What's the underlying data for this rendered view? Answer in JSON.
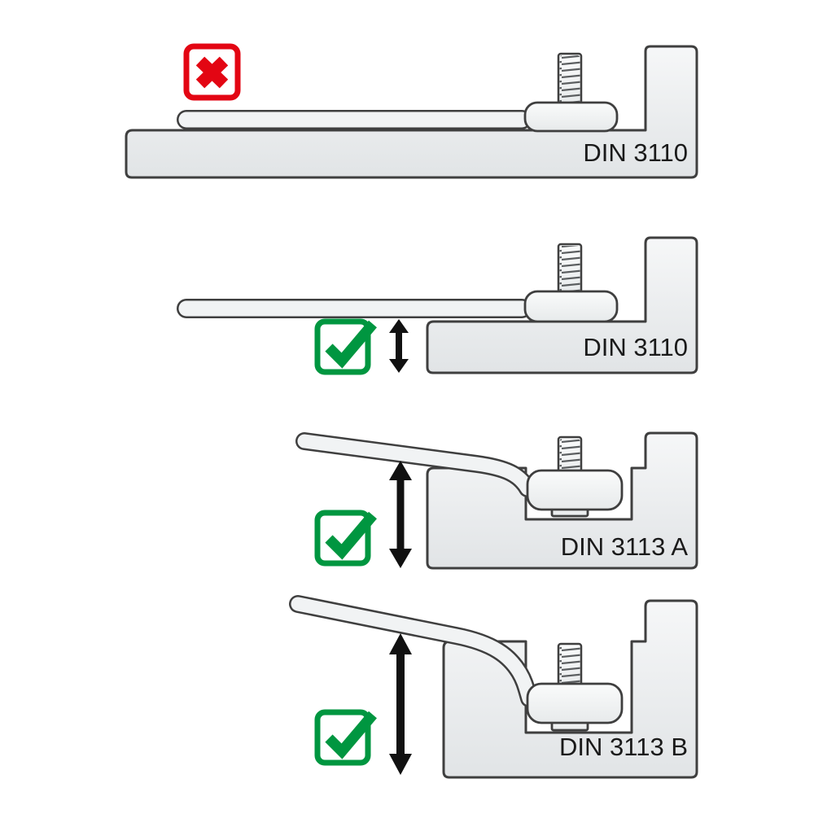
{
  "diagram": {
    "colors": {
      "error_red": "#e30613",
      "ok_green": "#009640",
      "metal_light": "#f6f7f8",
      "metal_dark": "#e1e4e6",
      "tool_light": "#fafbfb",
      "tool_dark": "#e7eaeb",
      "outline": "#3f3f3f",
      "arrow_black": "#111111",
      "label_text": "#1a1a1a"
    },
    "panels": [
      {
        "label": "DIN 3110",
        "status_icon": "x-mark-icon",
        "clearance_arrow": "none"
      },
      {
        "label": "DIN 3110",
        "status_icon": "check-mark-icon",
        "clearance_arrow": "small"
      },
      {
        "label": "DIN 3113 A",
        "status_icon": "check-mark-icon",
        "clearance_arrow": "medium"
      },
      {
        "label": "DIN 3113 B",
        "status_icon": "check-mark-icon",
        "clearance_arrow": "large"
      }
    ]
  }
}
